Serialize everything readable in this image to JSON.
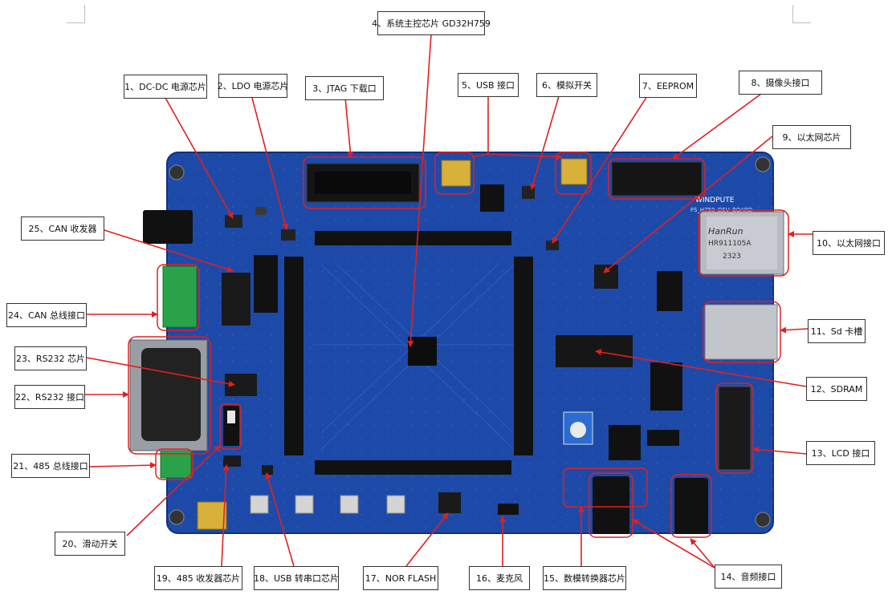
{
  "board": {
    "silk_brand": "WINDPUTE",
    "silk_model": "FS_H759_DEV_BOARD",
    "eth_jack_brand": "HanRun",
    "eth_jack_model": "HR911105A",
    "eth_jack_code": "2323"
  },
  "labels": [
    {
      "id": 1,
      "text": "1、DC-DC 电源芯片"
    },
    {
      "id": 2,
      "text": "2、LDO 电源芯片"
    },
    {
      "id": 3,
      "text": "3、JTAG 下载口"
    },
    {
      "id": 4,
      "text": "4、系统主控芯片 GD32H759"
    },
    {
      "id": 5,
      "text": "5、USB 接口"
    },
    {
      "id": 6,
      "text": "6、模拟开关"
    },
    {
      "id": 7,
      "text": "7、EEPROM"
    },
    {
      "id": 8,
      "text": "8、摄像头接口"
    },
    {
      "id": 9,
      "text": "9、以太网芯片"
    },
    {
      "id": 10,
      "text": "10、以太网接口"
    },
    {
      "id": 11,
      "text": "11、Sd 卡槽"
    },
    {
      "id": 12,
      "text": "12、SDRAM"
    },
    {
      "id": 13,
      "text": "13、LCD 接口"
    },
    {
      "id": 14,
      "text": "14、音频接口"
    },
    {
      "id": 15,
      "text": "15、数模转换器芯片"
    },
    {
      "id": 16,
      "text": "16、麦克风"
    },
    {
      "id": 17,
      "text": "17、NOR FLASH"
    },
    {
      "id": 18,
      "text": "18、USB 转串口芯片"
    },
    {
      "id": 19,
      "text": "19、485 收发器芯片"
    },
    {
      "id": 20,
      "text": "20、滑动开关"
    },
    {
      "id": 21,
      "text": "21、485 总线接口"
    },
    {
      "id": 22,
      "text": "22、RS232 接口"
    },
    {
      "id": 23,
      "text": "23、RS232 芯片"
    },
    {
      "id": 24,
      "text": "24、CAN 总线接口"
    },
    {
      "id": 25,
      "text": "25、CAN 收发器"
    }
  ],
  "colors": {
    "pcb": "#1d4aa8",
    "pcb_dark": "#143a8c",
    "annotation": "#e02020",
    "header": "#1a1a1a",
    "gold": "#d8b13a",
    "terminal": "#2aa24a",
    "dsub": "#9a9ea4"
  }
}
